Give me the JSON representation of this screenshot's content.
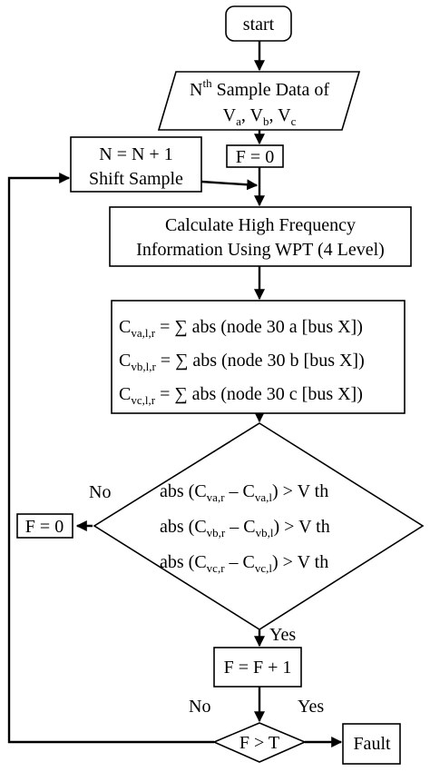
{
  "nodes": {
    "start": "start",
    "sample_data": {
      "line1": {
        "pre": "N",
        "sup": "th",
        "post": " Sample Data of"
      },
      "line2": [
        {
          "base": "V",
          "sub": "a",
          "post": ", "
        },
        {
          "base": "V",
          "sub": "b",
          "post": ", "
        },
        {
          "base": "V",
          "sub": "c",
          "post": ""
        }
      ]
    },
    "f_zero_top": "F = 0",
    "shift_sample": {
      "line1": "N = N + 1",
      "line2": "Shift Sample"
    },
    "calculate": {
      "line1": "Calculate High Frequency",
      "line2": "Information Using WPT (4 Level)"
    },
    "sums": [
      {
        "base": "C",
        "sub": "va,l,r",
        "rest": " = ∑ abs (node 30 a [bus X])"
      },
      {
        "base": "C",
        "sub": "vb,l,r",
        "rest": " = ∑ abs (node 30 b [bus X])"
      },
      {
        "base": "C",
        "sub": "vc,l,r",
        "rest": " = ∑ abs (node 30 c [bus X])"
      }
    ],
    "decision_lines": [
      {
        "p1": "abs (C",
        "s1": "va,r",
        "p2": " – C",
        "s2": "va,l",
        "p3": ") > V th"
      },
      {
        "p1": "abs (C",
        "s1": "vb,r",
        "p2": " – C",
        "s2": "vb,l",
        "p3": ") > V th"
      },
      {
        "p1": "abs (C",
        "s1": "vc,r",
        "p2": " – C",
        "s2": "vc,l",
        "p3": ") > V th"
      }
    ],
    "f_zero_left": "F = 0",
    "increment": "F = F + 1",
    "compare": "F > T",
    "fault": "Fault"
  },
  "edge_labels": {
    "decision_no": "No",
    "decision_yes": "Yes",
    "compare_no": "No",
    "compare_yes": "Yes"
  }
}
